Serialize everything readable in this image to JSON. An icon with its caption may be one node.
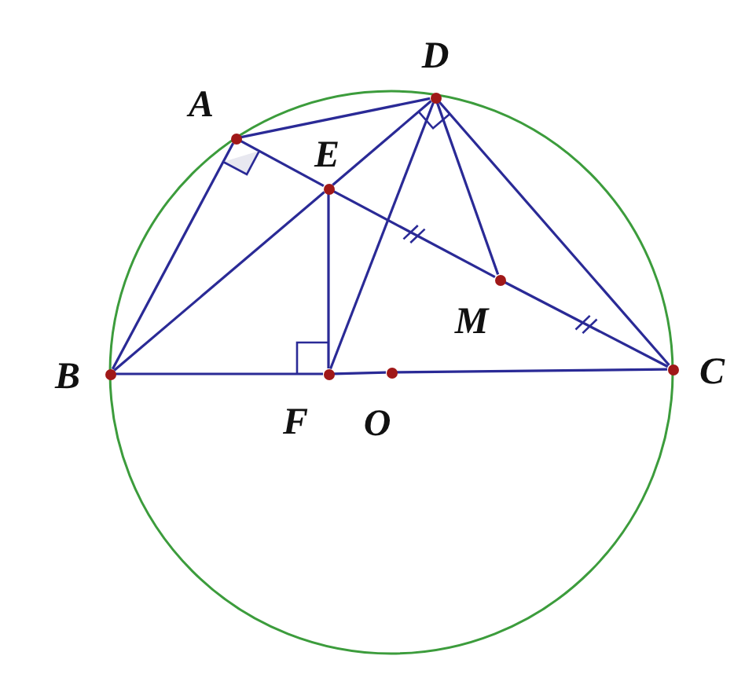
{
  "diagram": {
    "nodes": [
      {
        "text": [],
        "shape": "circle",
        "beside": [
          "D"
        ]
      },
      {
        "text": [],
        "shape": "circle",
        "beside": [
          "A"
        ]
      },
      {
        "text": [],
        "shape": "circle",
        "beside": [
          "E"
        ]
      },
      {
        "text": [],
        "shape": "circle",
        "beside": [
          "M"
        ]
      },
      {
        "text": [],
        "shape": "circle",
        "beside": [
          "C"
        ]
      },
      {
        "text": [],
        "shape": "circle",
        "beside": [
          "B"
        ]
      },
      {
        "text": [],
        "shape": "circle",
        "beside": [
          "F"
        ]
      },
      {
        "text": [],
        "shape": "circle",
        "beside": [
          "O"
        ]
      }
    ],
    "edges": [
      {
        "from": 1,
        "to": 0,
        "arrow": "none"
      },
      {
        "from": 1,
        "to": 5,
        "arrow": "none"
      },
      {
        "from": 1,
        "to": 2,
        "arrow": "none"
      },
      {
        "from": 2,
        "to": 3,
        "arrow": "none"
      },
      {
        "from": 3,
        "to": 4,
        "arrow": "none"
      },
      {
        "from": 5,
        "to": 2,
        "arrow": "none"
      },
      {
        "from": 2,
        "to": 0,
        "arrow": "none"
      },
      {
        "from": 2,
        "to": 6,
        "arrow": "none"
      },
      {
        "from": 5,
        "to": 6,
        "arrow": "none"
      },
      {
        "from": 6,
        "to": 7,
        "arrow": "none"
      },
      {
        "from": 7,
        "to": 4,
        "arrow": "none"
      },
      {
        "from": 6,
        "to": 0,
        "arrow": "none"
      },
      {
        "from": 0,
        "to": 3,
        "arrow": "none"
      },
      {
        "from": 0,
        "to": 4,
        "arrow": "none"
      }
    ]
  }
}
